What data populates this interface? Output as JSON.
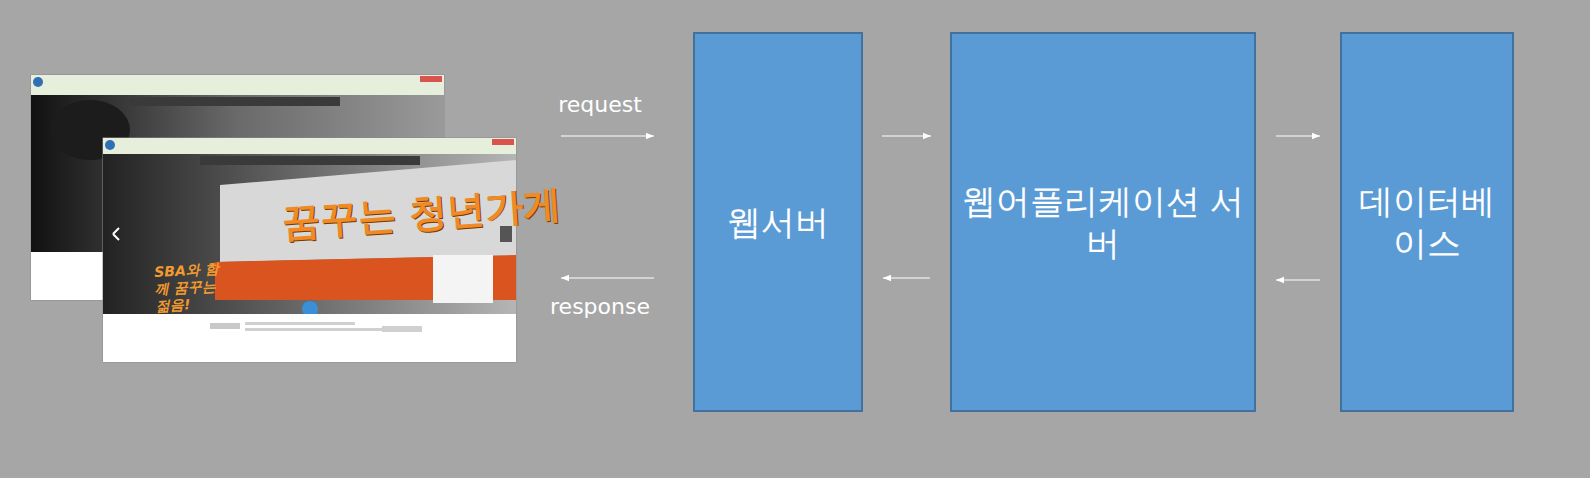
{
  "diagram": {
    "nodes": [
      {
        "text": [
          "웹서버"
        ]
      },
      {
        "text": [
          "웹어플리케이션 서버"
        ]
      },
      {
        "text": [
          "데이터베이스"
        ]
      }
    ],
    "edges": [
      {
        "from": 0,
        "to": 1,
        "arrow": "to"
      },
      {
        "from": 1,
        "to": 2,
        "arrow": "to"
      },
      {
        "from": 2,
        "to": 1,
        "arrow": "to"
      },
      {
        "from": 1,
        "to": 0,
        "arrow": "to"
      }
    ],
    "labels": [
      "request",
      "response",
      "꿈꾸는 청년가게",
      "SBA와 함께 꿈꾸는 젊음!"
    ]
  }
}
